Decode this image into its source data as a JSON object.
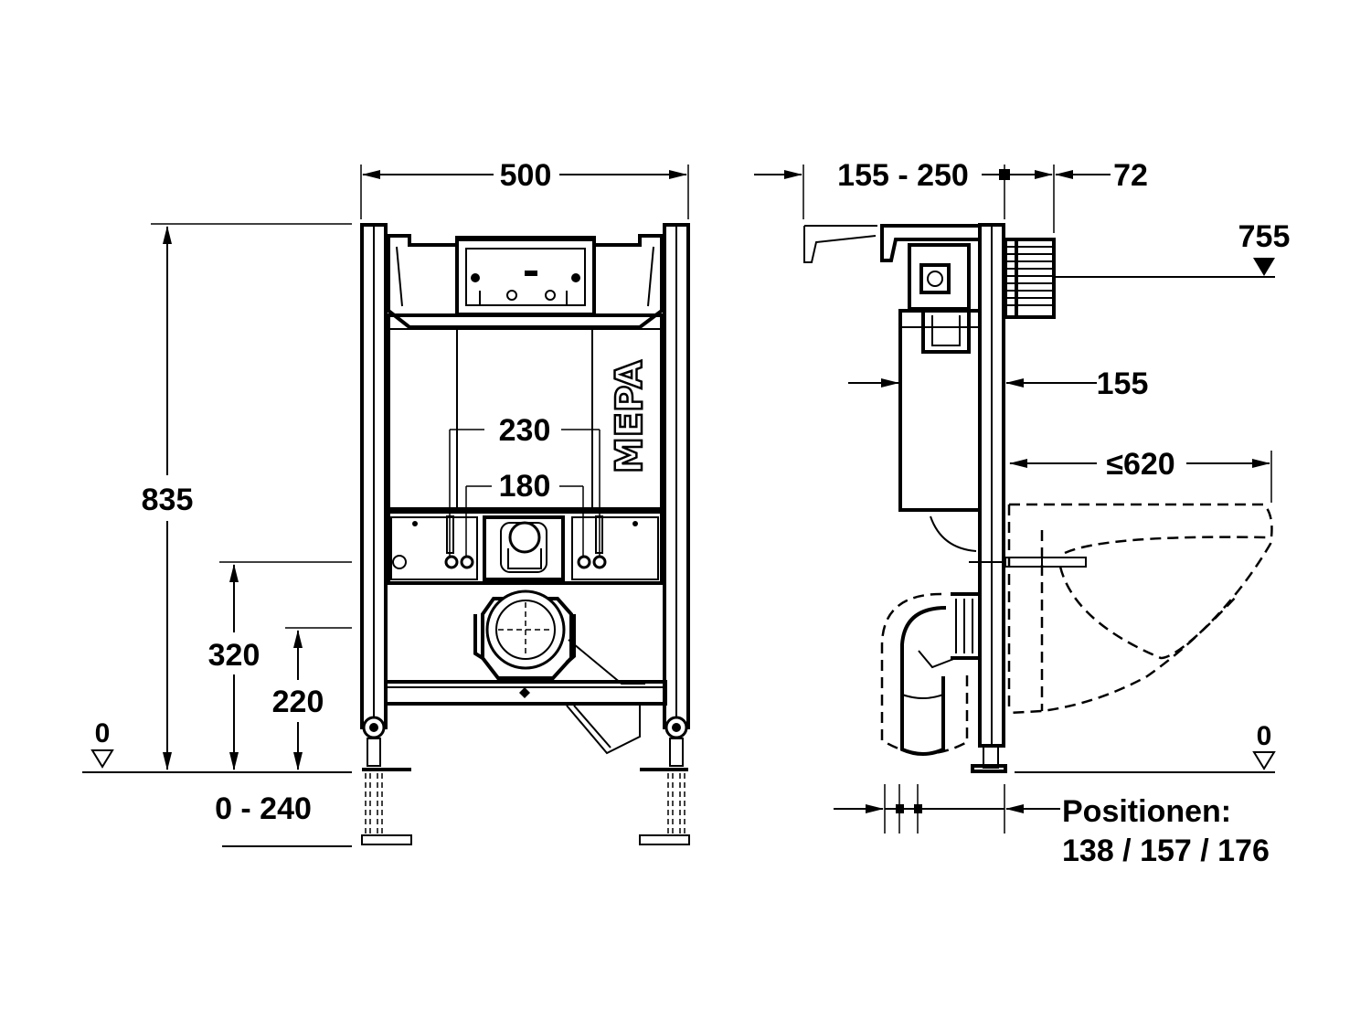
{
  "front_view": {
    "width_label": "500",
    "height_label": "835",
    "height_320_label": "320",
    "height_220_label": "220",
    "level_zero_label": "0",
    "adjust_label": "0 - 240",
    "spacing_230_label": "230",
    "spacing_180_label": "180",
    "brand_logo_text": "MEPA"
  },
  "side_view": {
    "depth_range_label": "155 - 250",
    "depth_72_label": "72",
    "height_755_label": "755",
    "depth_155_label": "155",
    "max_620_label": "≤620",
    "level_zero_label": "0",
    "positions_title": "Positionen:",
    "positions_values": "138 / 157 / 176"
  }
}
